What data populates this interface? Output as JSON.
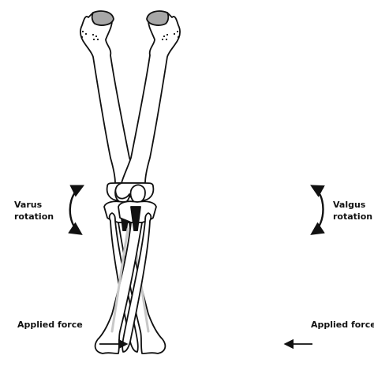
{
  "left_panel": {
    "rotation_label": [
      "Varus",
      "rotation"
    ],
    "force_label": "Applied force"
  },
  "right_panel": {
    "rotation_label": [
      "Valgus",
      "rotation"
    ],
    "force_label": "Applied force"
  },
  "colors": {
    "bone_outline": "#111111",
    "femoral_head_highlight": "#a7a7a7",
    "implant_rod": "#111111",
    "ghost_fibula": "#c8c8c8",
    "arrow": "#111111"
  },
  "icons": [
    "curved-double-arrow-icon",
    "force-arrow-icon"
  ]
}
